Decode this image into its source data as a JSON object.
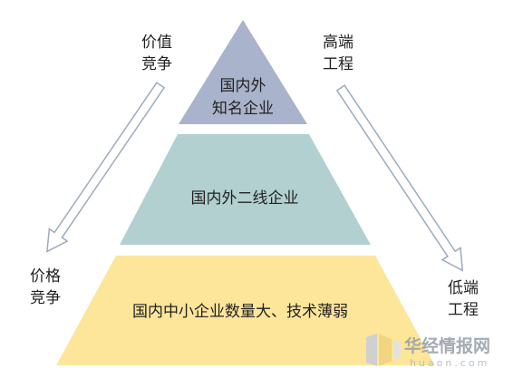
{
  "tiers": [
    {
      "lines": [
        "国内外",
        "知名企业"
      ],
      "color": "#a9b3cb"
    },
    {
      "lines": [
        "国内外二线企业"
      ],
      "color": "#b2d0d0"
    },
    {
      "lines": [
        "国内中小企业数量大、技术薄弱"
      ],
      "color": "#fde59a"
    }
  ],
  "left_arrow": {
    "top_lines": [
      "价值",
      "竞争"
    ],
    "bottom_lines": [
      "价格",
      "竞争"
    ]
  },
  "right_arrow": {
    "top_lines": [
      "高端",
      "工程"
    ],
    "bottom_lines": [
      "低端",
      "工程"
    ]
  },
  "watermark": {
    "name": "华经情报网",
    "domain": "huaon.com"
  },
  "colors": {
    "arrow_fill": "#ffffff",
    "arrow_stroke": "#9eaabd",
    "text": "#222222"
  }
}
